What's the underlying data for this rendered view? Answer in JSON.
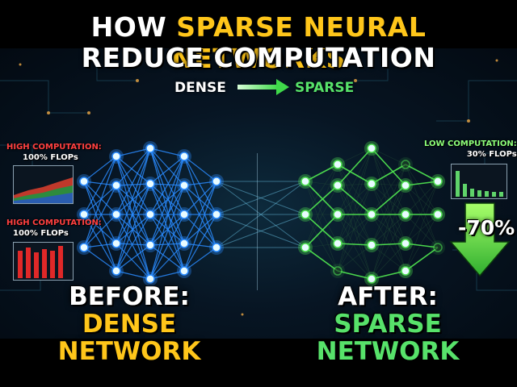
{
  "title": {
    "line1_prefix": "HOW",
    "line1_highlight": "SPARSE NEURAL NETWORKS",
    "line2": "REDUCE COMPUTATION"
  },
  "flow": {
    "from": "DENSE",
    "to": "SPARSE"
  },
  "left_panel": {
    "top_stat": {
      "label": "HIGH COMPUTATION:",
      "value": "100% FLOPs"
    },
    "bottom_stat": {
      "label": "HIGH COMPUTATION:",
      "value": "100% FLOPs"
    },
    "caption_line1": "BEFORE:",
    "caption_line2": "DENSE NETWORK"
  },
  "right_panel": {
    "stat": {
      "label": "LOW COMPUTATION:",
      "value": "30% FLOPs"
    },
    "reduction": "-70%",
    "caption_line1": "AFTER:",
    "caption_line2": "SPARSE NETWORK"
  },
  "colors": {
    "dense_accent": "#2a8bff",
    "sparse_accent": "#4ee04f",
    "highlight_yellow": "#ffc61a",
    "high_comp_red": "#ff4040"
  }
}
